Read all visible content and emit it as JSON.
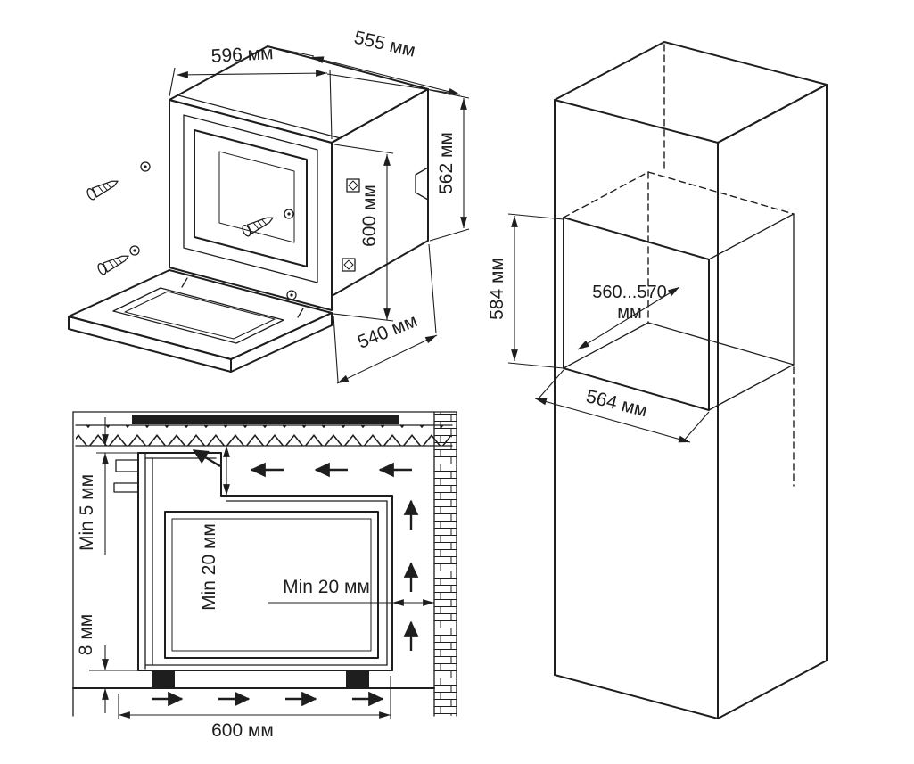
{
  "page": {
    "background": "#ffffff",
    "ink": "#1e1e1e"
  },
  "icons": {
    "dimension_arrow": "➤",
    "airflow_arrow": "➤"
  },
  "figures": {
    "oven": {
      "label": "built-in oven overall dimensions (isometric view)",
      "dims": {
        "width": "596 мм",
        "top_depth": "555 мм",
        "rear_height": "562 мм",
        "front_height": "600 мм",
        "bottom_depth": "540 мм"
      }
    },
    "cabinet": {
      "label": "tall cabinet niche dimensions (isometric view)",
      "dims": {
        "niche_height": "584 мм",
        "niche_depth_value": "560...570",
        "niche_depth_unit": "мм",
        "niche_width": "564 мм"
      }
    },
    "section": {
      "label": "installation clearances (section view)",
      "dims": {
        "top_front_gap": "Min 5 мм",
        "top_body_gap": "Min 20 мм",
        "rear_gap": "Min 20 мм",
        "bottom_gap": "8 мм",
        "oven_depth": "600 мм"
      }
    }
  }
}
